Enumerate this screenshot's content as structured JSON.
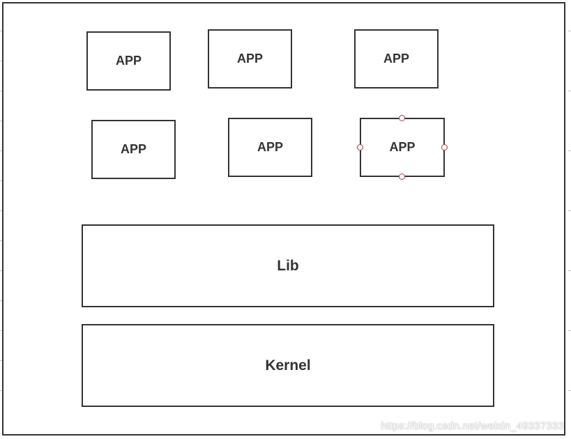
{
  "diagram": {
    "apps": [
      {
        "label": "APP"
      },
      {
        "label": "APP"
      },
      {
        "label": "APP"
      },
      {
        "label": "APP"
      },
      {
        "label": "APP"
      },
      {
        "label": "APP",
        "selected": true
      }
    ],
    "layers": {
      "lib": "Lib",
      "kernel": "Kernel"
    },
    "colors": {
      "border": "#333333",
      "text": "#333333",
      "selection_handle": "#b23a48",
      "background": "#ffffff"
    }
  },
  "watermark": "https://blog.csdn.net/weixin_49337333"
}
